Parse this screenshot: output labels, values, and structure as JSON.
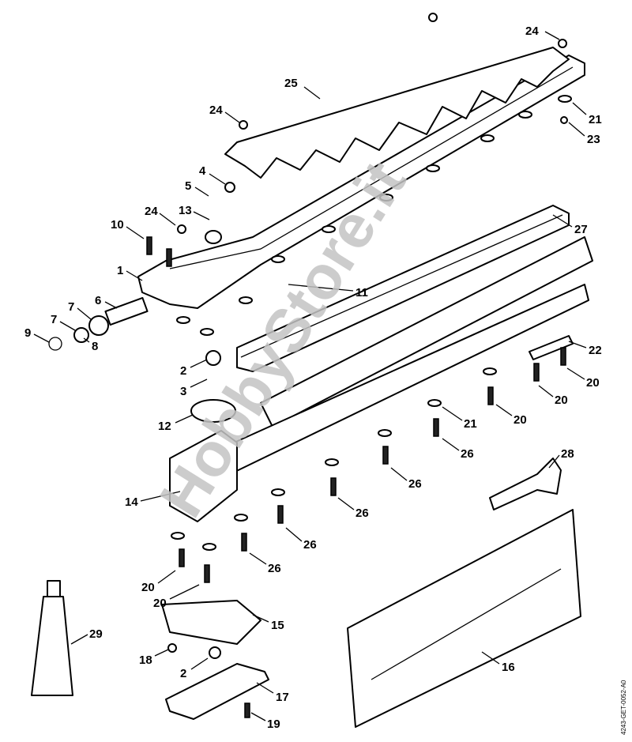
{
  "diagram": {
    "labels": [
      "24",
      "25",
      "24",
      "21",
      "23",
      "4",
      "5",
      "13",
      "24",
      "10",
      "27",
      "1",
      "11",
      "6",
      "7",
      "7",
      "9",
      "8",
      "22",
      "2",
      "3",
      "20",
      "20",
      "20",
      "21",
      "12",
      "26",
      "28",
      "26",
      "14",
      "26",
      "26",
      "26",
      "20",
      "20",
      "29",
      "15",
      "18",
      "16",
      "2",
      "17",
      "19"
    ],
    "drawing_code": "4243-GET-0052-A0",
    "watermark": "HobbyStore.it"
  }
}
